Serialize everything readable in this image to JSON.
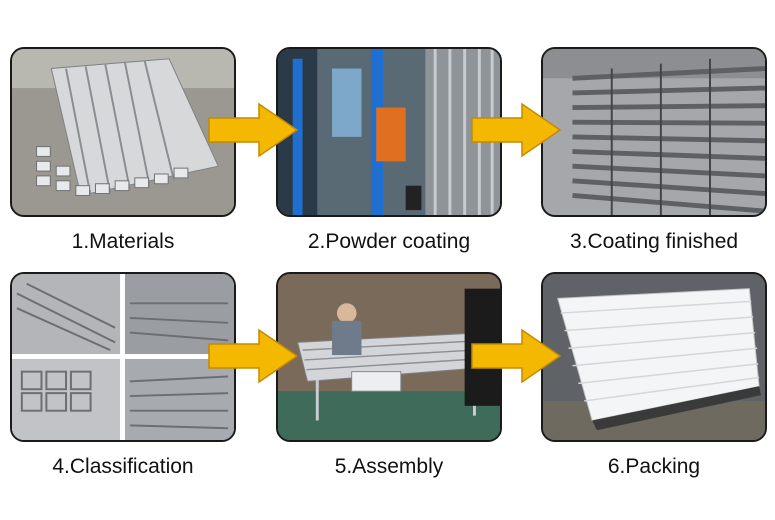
{
  "steps": [
    {
      "label": "1.Materials"
    },
    {
      "label": "2.Powder coating"
    },
    {
      "label": "3.Coating finished"
    },
    {
      "label": "4.Classification"
    },
    {
      "label": "5.Assembly"
    },
    {
      "label": "6.Packing"
    }
  ],
  "colors": {
    "arrow_fill": "#f5b800",
    "arrow_stroke": "#c48a00",
    "aluminum": "#c9ccd0",
    "frame_blue": "#1f6fd1"
  },
  "icons": {
    "arrow": "right-arrow-icon"
  }
}
